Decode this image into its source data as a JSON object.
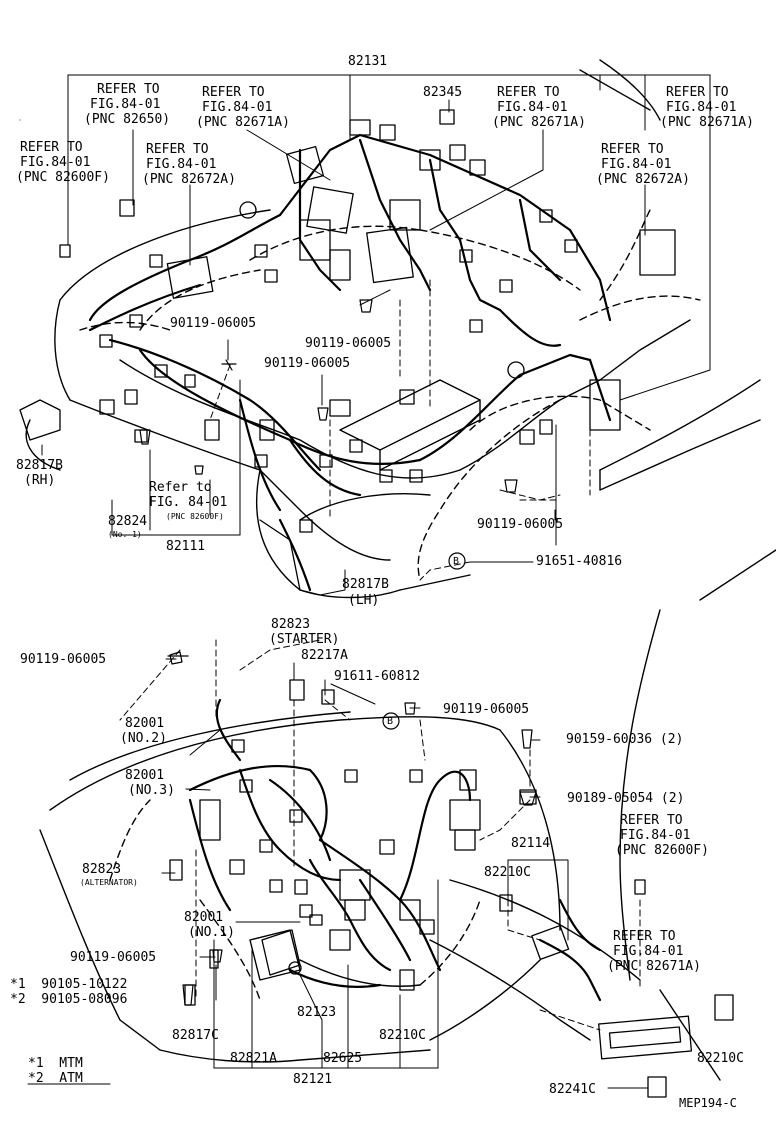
{
  "labels": {
    "top_assy": "82131",
    "ref_82650_a": "REFER TO",
    "ref_82650_b": "FIG.84-01",
    "ref_82650_c": "(PNC 82650)",
    "ref_82671a_1a": "REFER TO",
    "ref_82671a_1b": "FIG.84-01",
    "ref_82671a_1c": "(PNC 82671A)",
    "ref_82600f_1a": "REFER TO",
    "ref_82600f_1b": "FIG.84-01",
    "ref_82600f_1c": "(PNC 82600F)",
    "ref_82672a_1a": "REFER TO",
    "ref_82672a_1b": "FIG.84-01",
    "ref_82672a_1c": "(PNC 82672A)",
    "p82345": "82345",
    "ref_82671a_2a": "REFER TO",
    "ref_82671a_2b": "FIG.84-01",
    "ref_82671a_2c": "(PNC 82671A)",
    "ref_82671a_3a": "REFER TO",
    "ref_82671a_3b": "FIG.84-01",
    "ref_82671a_3c": "(PNC 82671A)",
    "ref_82672a_2a": "REFER TO",
    "ref_82672a_2b": "FIG.84-01",
    "ref_82672a_2c": "(PNC 82672A)",
    "bolt_a": "90119-06005",
    "bolt_b": "90119-06005",
    "bolt_c": "90119-06005",
    "p82817b_rh": "82817B",
    "rh": "(RH)",
    "refer_to_lc": "Refer to",
    "fig_lc": "FIG. 84-01",
    "pnc_small": "(PNC 82600F)",
    "p82824": "82824",
    "no1_small": "(No. 1)",
    "p82111": "82111",
    "bolt_d": "90119-06005",
    "circ_b": "B",
    "p91651": "91651-40816",
    "p82817b_lh": "82817B",
    "lh": "(LH)",
    "p82823_s": "82823",
    "starter": "(STARTER)",
    "p82217a": "82217A",
    "p91611": "91611-60812",
    "bolt_e": "90119-06005",
    "bolt_f": "90119-06005",
    "p90159": "90159-60036 (2)",
    "p90189": "90189-05054 (2)",
    "p82001_2": "82001",
    "no2": "(NO.2)",
    "p82001_3": "82001",
    "no3": "(NO.3)",
    "p82823_a": "82823",
    "alternator": "(ALTERNATOR)",
    "p82114": "82114",
    "p82210c_1": "82210C",
    "ref_82600f_2a": "REFER TO",
    "ref_82600f_2b": "FIG.84-01",
    "ref_82600f_2c": "(PNC 82600F)",
    "p82001_1": "82001",
    "no1": "(NO.1)",
    "bolt_g": "90119-06005",
    "ref_82671a_4a": "REFER TO",
    "ref_82671a_4b": "FIG.84-01",
    "ref_82671a_4c": "(PNC 82671A)",
    "p90105_1": "*1  90105-10122",
    "p90105_2": "*2  90105-08096",
    "p82123": "82123",
    "p82817c": "82817C",
    "p82210c_2": "82210C",
    "p82821a": "82821A",
    "p82625": "82625",
    "p82210c_3": "82210C",
    "p82121": "82121",
    "p82241c": "82241C",
    "mtm": "*1  MTM",
    "atm": "*2  ATM",
    "code": "MEP194-C"
  }
}
